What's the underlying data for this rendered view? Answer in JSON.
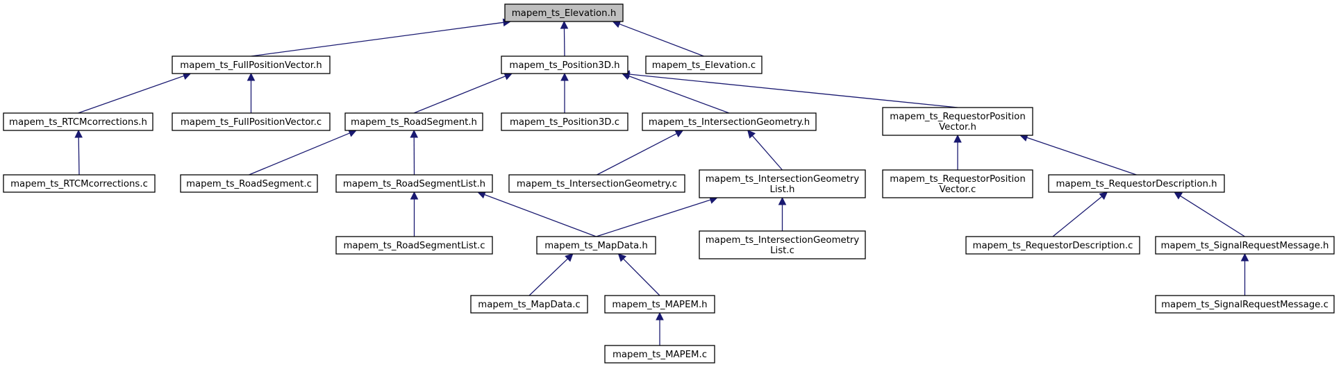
{
  "colors": {
    "edge": "#191970",
    "root_fill": "#bfbfbf",
    "node_fill": "#ffffff",
    "node_border": "#000000"
  },
  "nodes": [
    {
      "id": "elevation_h",
      "lines": [
        "mapem_ts_Elevation.h"
      ],
      "root": true
    },
    {
      "id": "fullposvec_h",
      "lines": [
        "mapem_ts_FullPositionVector.h"
      ]
    },
    {
      "id": "position3d_h",
      "lines": [
        "mapem_ts_Position3D.h"
      ]
    },
    {
      "id": "elevation_c",
      "lines": [
        "mapem_ts_Elevation.c"
      ]
    },
    {
      "id": "rtcm_h",
      "lines": [
        "mapem_ts_RTCMcorrections.h"
      ]
    },
    {
      "id": "fullposvec_c",
      "lines": [
        "mapem_ts_FullPositionVector.c"
      ]
    },
    {
      "id": "roadsegment_h",
      "lines": [
        "mapem_ts_RoadSegment.h"
      ]
    },
    {
      "id": "position3d_c",
      "lines": [
        "mapem_ts_Position3D.c"
      ]
    },
    {
      "id": "intgeom_h",
      "lines": [
        "mapem_ts_IntersectionGeometry.h"
      ]
    },
    {
      "id": "reqposvec_h",
      "lines": [
        "mapem_ts_RequestorPosition",
        "Vector.h"
      ]
    },
    {
      "id": "rtcm_c",
      "lines": [
        "mapem_ts_RTCMcorrections.c"
      ]
    },
    {
      "id": "roadsegment_c",
      "lines": [
        "mapem_ts_RoadSegment.c"
      ]
    },
    {
      "id": "roadseglist_h",
      "lines": [
        "mapem_ts_RoadSegmentList.h"
      ]
    },
    {
      "id": "intgeom_c",
      "lines": [
        "mapem_ts_IntersectionGeometry.c"
      ]
    },
    {
      "id": "intgeomlist_h",
      "lines": [
        "mapem_ts_IntersectionGeometry",
        "List.h"
      ]
    },
    {
      "id": "reqposvec_c",
      "lines": [
        "mapem_ts_RequestorPosition",
        "Vector.c"
      ]
    },
    {
      "id": "reqdesc_h",
      "lines": [
        "mapem_ts_RequestorDescription.h"
      ]
    },
    {
      "id": "roadseglist_c",
      "lines": [
        "mapem_ts_RoadSegmentList.c"
      ]
    },
    {
      "id": "mapdata_h",
      "lines": [
        "mapem_ts_MapData.h"
      ]
    },
    {
      "id": "intgeomlist_c",
      "lines": [
        "mapem_ts_IntersectionGeometry",
        "List.c"
      ]
    },
    {
      "id": "reqdesc_c",
      "lines": [
        "mapem_ts_RequestorDescription.c"
      ]
    },
    {
      "id": "sigreqmsg_h",
      "lines": [
        "mapem_ts_SignalRequestMessage.h"
      ]
    },
    {
      "id": "mapdata_c",
      "lines": [
        "mapem_ts_MapData.c"
      ]
    },
    {
      "id": "mapem_h",
      "lines": [
        "mapem_ts_MAPEM.h"
      ]
    },
    {
      "id": "sigreqmsg_c",
      "lines": [
        "mapem_ts_SignalRequestMessage.c"
      ]
    },
    {
      "id": "mapem_c",
      "lines": [
        "mapem_ts_MAPEM.c"
      ]
    }
  ],
  "edges": [
    {
      "from": "fullposvec_h",
      "to": "elevation_h"
    },
    {
      "from": "position3d_h",
      "to": "elevation_h"
    },
    {
      "from": "elevation_c",
      "to": "elevation_h"
    },
    {
      "from": "rtcm_h",
      "to": "fullposvec_h"
    },
    {
      "from": "fullposvec_c",
      "to": "fullposvec_h"
    },
    {
      "from": "roadsegment_h",
      "to": "position3d_h"
    },
    {
      "from": "position3d_c",
      "to": "position3d_h"
    },
    {
      "from": "intgeom_h",
      "to": "position3d_h"
    },
    {
      "from": "reqposvec_h",
      "to": "position3d_h"
    },
    {
      "from": "rtcm_c",
      "to": "rtcm_h"
    },
    {
      "from": "roadsegment_c",
      "to": "roadsegment_h"
    },
    {
      "from": "roadseglist_h",
      "to": "roadsegment_h"
    },
    {
      "from": "intgeom_c",
      "to": "intgeom_h"
    },
    {
      "from": "intgeomlist_h",
      "to": "intgeom_h"
    },
    {
      "from": "reqposvec_c",
      "to": "reqposvec_h"
    },
    {
      "from": "reqdesc_h",
      "to": "reqposvec_h"
    },
    {
      "from": "roadseglist_c",
      "to": "roadseglist_h"
    },
    {
      "from": "mapdata_h",
      "to": "roadseglist_h"
    },
    {
      "from": "mapdata_h",
      "to": "intgeomlist_h"
    },
    {
      "from": "intgeomlist_c",
      "to": "intgeomlist_h"
    },
    {
      "from": "reqdesc_c",
      "to": "reqdesc_h"
    },
    {
      "from": "sigreqmsg_h",
      "to": "reqdesc_h"
    },
    {
      "from": "mapdata_c",
      "to": "mapdata_h"
    },
    {
      "from": "mapem_h",
      "to": "mapdata_h"
    },
    {
      "from": "sigreqmsg_c",
      "to": "sigreqmsg_h"
    },
    {
      "from": "mapem_c",
      "to": "mapem_h"
    }
  ]
}
